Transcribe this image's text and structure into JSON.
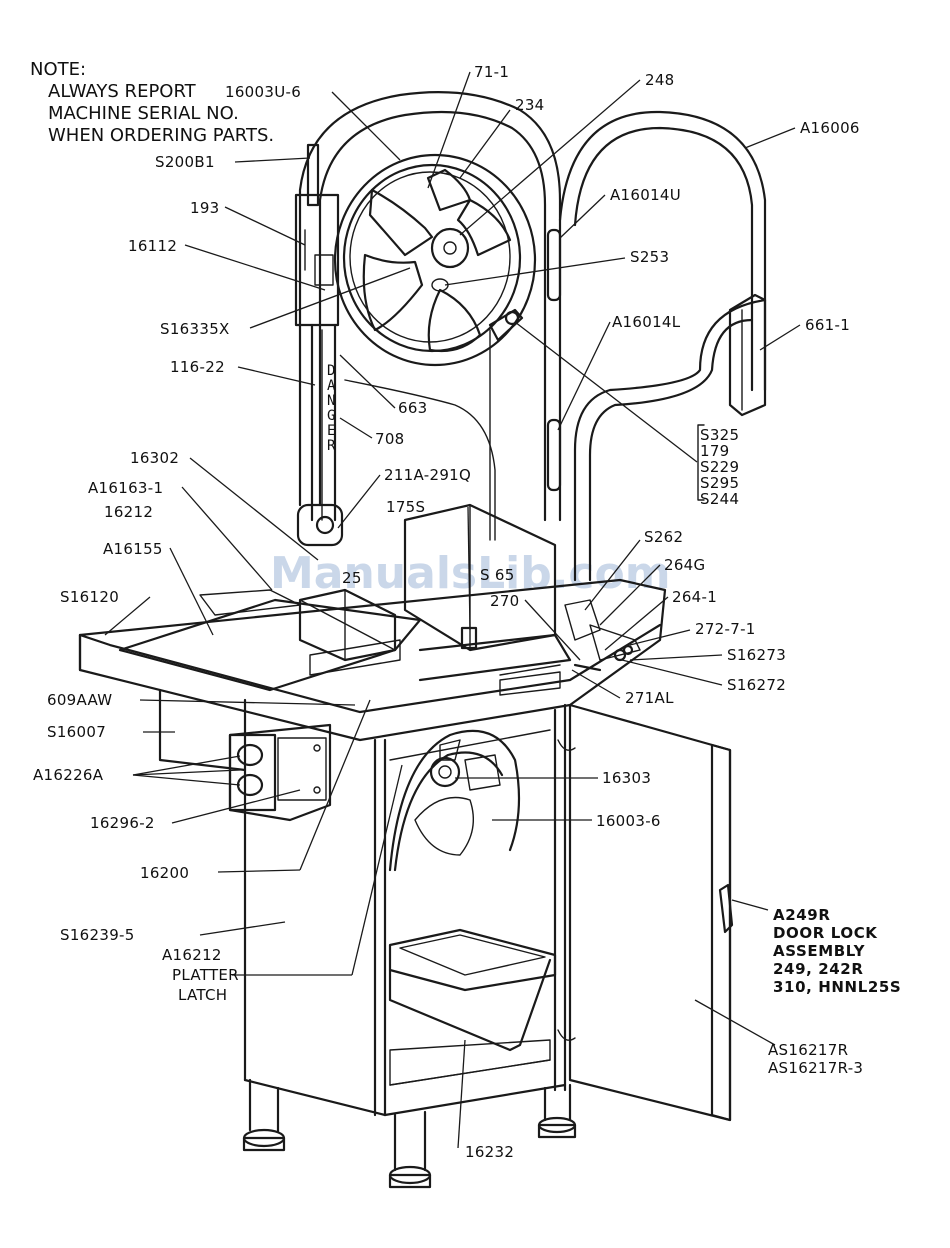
{
  "note": {
    "line1": "NOTE:",
    "line2": "ALWAYS REPORT",
    "line3": "MACHINE SERIAL NO.",
    "line4": "WHEN ORDERING PARTS."
  },
  "danger_label": [
    "D",
    "A",
    "N",
    "G",
    "E",
    "R"
  ],
  "watermark": "ManualsLib.com",
  "labels": {
    "p71_1": "71-1",
    "p248": "248",
    "p16003u6": "16003U-6",
    "p234": "234",
    "pa16006": "A16006",
    "ps200b1": "S200B1",
    "pa16014u": "A16014U",
    "p193": "193",
    "p16112": "16112",
    "ps253": "S253",
    "ps16335x": "S16335X",
    "pa16014l": "A16014L",
    "p661_1": "661-1",
    "p116_22": "116-22",
    "p663": "663",
    "p708": "708",
    "ps325": "S325",
    "p179": "179",
    "ps229": "S229",
    "ps295": "S295",
    "ps244": "S244",
    "p16302": "16302",
    "p211a": "211A-291Q",
    "pa16163": "A16163-1",
    "p16212": "16212",
    "p175s": "175S",
    "pa16155": "A16155",
    "ps262": "S262",
    "p264g": "264G",
    "p25": "25",
    "ps65": "S 65",
    "ps16120": "S16120",
    "p270": "270",
    "p264_1": "264-1",
    "p272_7_1": "272-7-1",
    "ps16273": "S16273",
    "ps16272": "S16272",
    "p609aaw": "609AAW",
    "p271al": "271AL",
    "ps16007": "S16007",
    "pa16226a": "A16226A",
    "p16303": "16303",
    "p16003_6": "16003-6",
    "p16296_2": "16296-2",
    "p16200": "16200",
    "ps16239_5": "S16239-5",
    "pa16212": "A16212",
    "platter": "PLATTER",
    "latch": "LATCH",
    "pa249r": "A249R",
    "door_lock": "DOOR LOCK",
    "assembly": "ASSEMBLY",
    "p249": "249, 242R",
    "p310": "310, HNNL25S",
    "pas16217r": "AS16217R",
    "pas16217r3": "AS16217R-3",
    "p16232": "16232"
  }
}
